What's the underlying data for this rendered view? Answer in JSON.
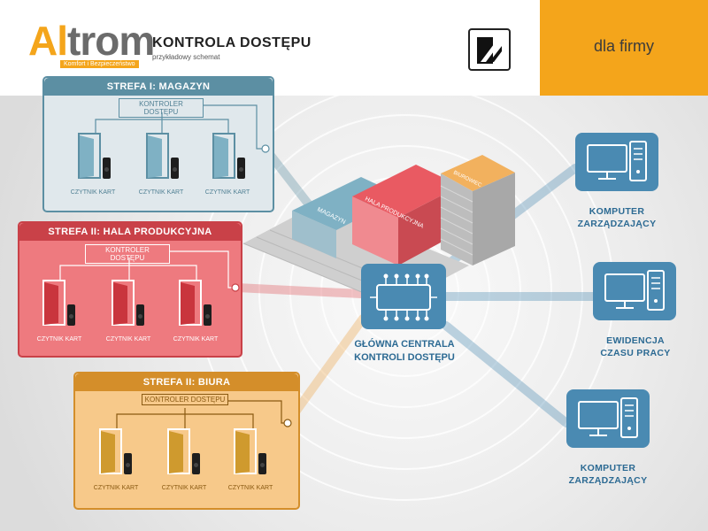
{
  "header": {
    "brand_part1": "Al",
    "brand_part2": "trom",
    "brand_tagline": "Komfort i Bezpieczeństwo",
    "title": "KONTROLA DOSTĘPU",
    "subtitle": "przykładowy schemat",
    "audience": "dla firmy"
  },
  "colors": {
    "accent_orange": "#f4a51b",
    "zone_warehouse": "#5c8fa3",
    "zone_production": "#e0585e",
    "zone_office": "#eda64a",
    "hub_blue": "#4a8ab2"
  },
  "zones": [
    {
      "title": "STREFA I: MAGAZYN",
      "controller": "KONTROLER DOSTĘPU",
      "readers": [
        "CZYTNIK KART",
        "CZYTNIK KART",
        "CZYTNIK KART"
      ]
    },
    {
      "title": "STREFA II: HALA PRODUKCYJNA",
      "controller": "KONTROLER DOSTĘPU",
      "readers": [
        "CZYTNIK KART",
        "CZYTNIK KART",
        "CZYTNIK KART"
      ]
    },
    {
      "title": "STREFA II: BIURA",
      "controller": "KONTROLER DOSTĘPU",
      "readers": [
        "CZYTNIK KART",
        "CZYTNIK KART",
        "CZYTNIK KART"
      ]
    }
  ],
  "building": {
    "warehouse_label": "MAGAZYN",
    "production_label": "HALA PRODUKCYJNA",
    "office_label": "BIUROWIEC"
  },
  "hub": {
    "line1": "GŁÓWNA CENTRALA",
    "line2": "KONTROLI DOSTĘPU"
  },
  "computers": [
    {
      "line1": "KOMPUTER",
      "line2": "ZARZĄDZAJĄCY"
    },
    {
      "line1": "EWIDENCJA",
      "line2": "CZASU PRACY"
    },
    {
      "line1": "KOMPUTER",
      "line2": "ZARZĄDZAJĄCY"
    }
  ],
  "icons": {
    "logo": "door-slash-logo",
    "door": "door-icon",
    "reader": "card-reader-icon",
    "hub": "circuit-board-icon",
    "computer": "desktop-computer-icon"
  }
}
